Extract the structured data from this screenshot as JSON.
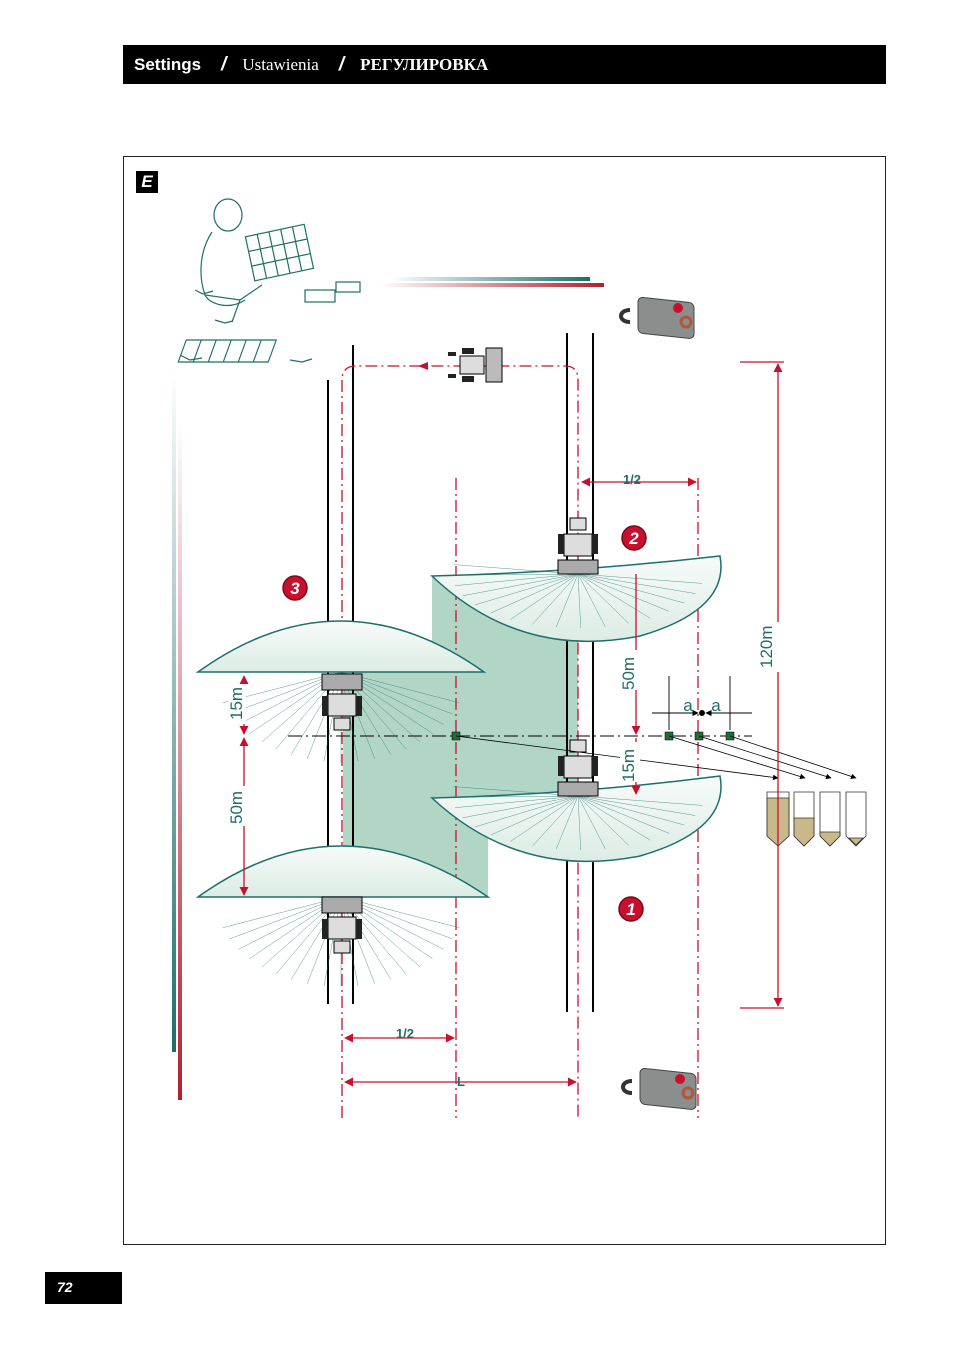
{
  "header": {
    "title_en": "Settings",
    "separator": "/",
    "title_pl": "Ustawienia",
    "title_ru": "РЕГУЛИРОВКА"
  },
  "figure": {
    "label": "E",
    "dim_half_top": "1/2",
    "dim_half_bottom": "1/2",
    "dim_L": "L",
    "dim_120m": "120m",
    "dim_50m_right": "50m",
    "dim_15m_right": "15m",
    "dim_15m_left": "15m",
    "dim_50m_left": "50m",
    "dim_a1": "a",
    "dim_a2": "a",
    "position_1": "1",
    "position_2": "2",
    "position_3": "3"
  },
  "colors": {
    "teal": "#1e6e6a",
    "red": "#c8102e",
    "green_fill": "#a9d2c0",
    "fan_fill": "#eef6f2"
  },
  "page_number": "72"
}
